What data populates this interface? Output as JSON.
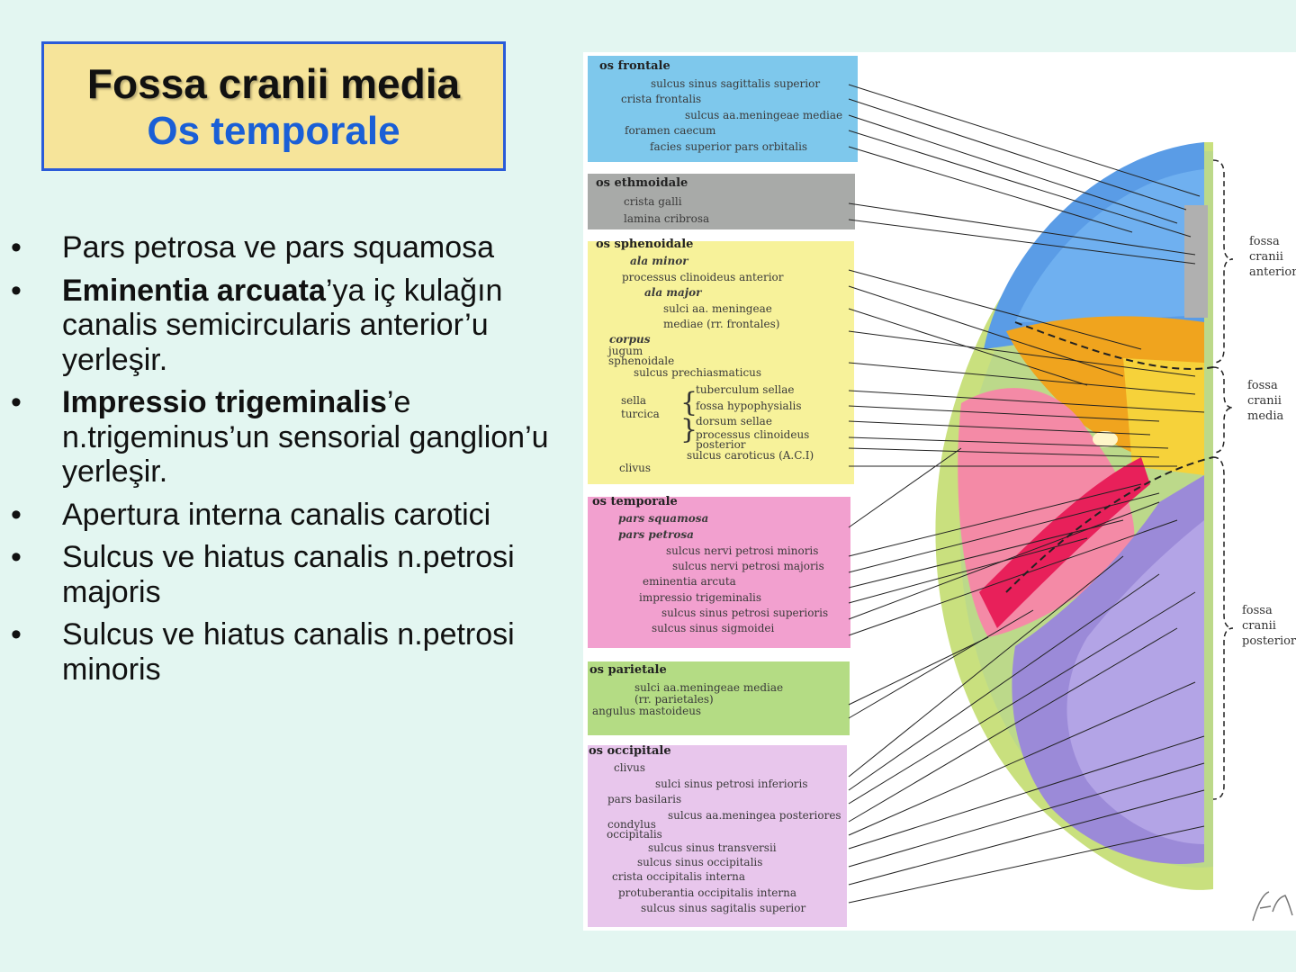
{
  "title": {
    "line1": "Fossa cranii media",
    "line2": "Os temporale"
  },
  "bullets": [
    {
      "bold": "",
      "text": "Pars petrosa ve pars squamosa"
    },
    {
      "bold": "Eminentia arcuata",
      "text": "’ya iç kulağın canalis semicircularis anterior’u yerleşir."
    },
    {
      "bold": "Impressio trigeminalis",
      "text": "’e n.trigeminus’un sensorial ganglion’u yerleşir."
    },
    {
      "bold": "",
      "text": "Apertura interna canalis carotici"
    },
    {
      "bold": "",
      "text": "Sulcus ve hiatus canalis n.petrosi majoris"
    },
    {
      "bold": "",
      "text": "Sulcus ve hiatus canalis n.petrosi minoris"
    }
  ],
  "figure": {
    "groups": {
      "frontale": {
        "header": "os frontale",
        "color": "#7ec8ec",
        "items": [
          "sulcus sinus sagittalis superior",
          "crista frontalis",
          "sulcus aa.meningeae mediae",
          "foramen caecum",
          "facies superior pars orbitalis"
        ]
      },
      "ethmoidale": {
        "header": "os ethmoidale",
        "color": "#a8aaa8",
        "items": [
          "crista galli",
          "lamina cribrosa"
        ]
      },
      "sphenoidale": {
        "header": "os sphenoidale",
        "color": "#f7f29a",
        "ala_minor": "ala minor",
        "processus_clinoideus_anterior": "processus clinoideus anterior",
        "ala_major": "ala major",
        "sulci_meningeae": "sulci aa. meningeae",
        "mediae_frontales": "mediae (rr. frontales)",
        "corpus": "corpus",
        "jugum": "jugum",
        "sphenoidale_word": "sphenoidale",
        "sulcus_prechiasmaticus": "sulcus prechiasmaticus",
        "sella": "sella",
        "turcica": "turcica",
        "tuberculum_sellae": "tuberculum sellae",
        "fossa_hypophysialis": "fossa hypophysialis",
        "dorsum_sellae": "dorsum sellae",
        "proc_clin_post_1": "processus clinoideus",
        "proc_clin_post_2": "posterior",
        "sulcus_caroticus": "sulcus caroticus (A.C.I)",
        "clivus": "clivus"
      },
      "temporale": {
        "header": "os temporale",
        "color": "#f2a0cf",
        "pars_squamosa": "pars squamosa",
        "pars_petrosa": "pars petrosa",
        "items": [
          "sulcus nervi petrosi minoris",
          "sulcus nervi petrosi majoris",
          "eminentia arcuta",
          "impressio trigeminalis",
          "sulcus sinus petrosi superioris",
          "sulcus sinus sigmoidei"
        ]
      },
      "parietale": {
        "header": "os parietale",
        "color": "#b4dc84",
        "items": [
          "sulci aa.meningeae mediae",
          "(rr. parietales)",
          "angulus mastoideus"
        ]
      },
      "occipitale": {
        "header": "os occipitale",
        "color": "#e8c6ec",
        "items": [
          "clivus",
          "sulci sinus petrosi inferioris",
          "pars basilaris",
          "sulcus aa.meningea posteriores",
          "condylus",
          "occipitalis",
          "sulcus sinus transversii",
          "sulcus sinus occipitalis",
          "crista occipitalis interna",
          "protuberantia occipitalis interna",
          "sulcus sinus sagitalis superior"
        ]
      }
    },
    "fossae": [
      {
        "l1": "fossa",
        "l2": "cranii",
        "l3": "anterior"
      },
      {
        "l1": "fossa",
        "l2": "cranii",
        "l3": "media"
      },
      {
        "l1": "fossa",
        "l2": "cranii",
        "l3": "posterior"
      }
    ]
  }
}
